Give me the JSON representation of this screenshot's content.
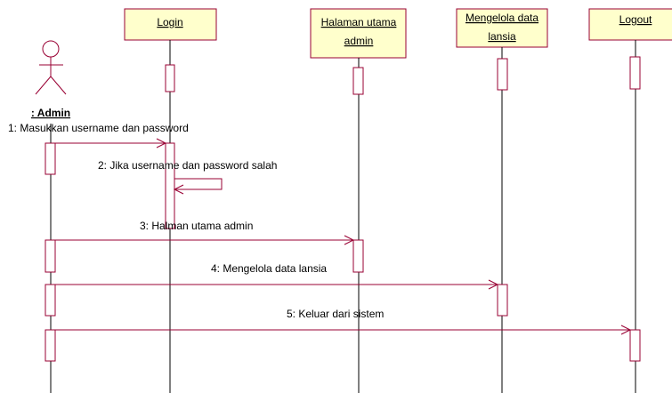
{
  "actor": {
    "name": ": Admin"
  },
  "objects": [
    {
      "id": "login",
      "lines": [
        "Login"
      ]
    },
    {
      "id": "halaman",
      "lines": [
        "Halaman utama",
        "admin"
      ]
    },
    {
      "id": "mengelola",
      "lines": [
        "Mengelola data",
        "lansia"
      ]
    },
    {
      "id": "logout",
      "lines": [
        "Logout"
      ]
    }
  ],
  "messages": [
    {
      "id": "m1",
      "label": "1: Masukkan username dan password"
    },
    {
      "id": "m2",
      "label": "2: Jika username dan password salah"
    },
    {
      "id": "m3",
      "label": "3: Halman utama admin"
    },
    {
      "id": "m4",
      "label": "4: Mengelola data lansia"
    },
    {
      "id": "m5",
      "label": "5: Keluar dari sistem"
    }
  ],
  "colors": {
    "box_fill": "#FFFFCC",
    "line": "#990033",
    "text": "#000000"
  }
}
